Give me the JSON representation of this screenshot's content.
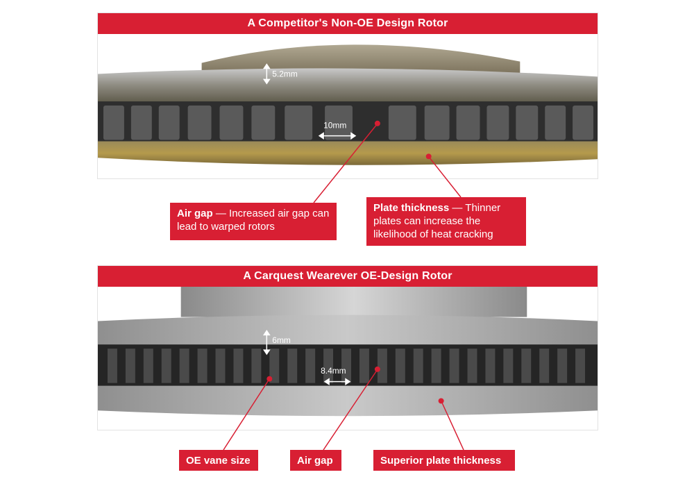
{
  "top_panel": {
    "title": "A Competitor's Non-OE Design Rotor",
    "plate_measure": "5.2mm",
    "gap_measure": "10mm"
  },
  "bottom_panel": {
    "title": "A Carquest Wearever OE-Design Rotor",
    "plate_measure": "6mm",
    "gap_measure": "8.4mm"
  },
  "callouts": {
    "air_gap_top": {
      "heading": "Air gap",
      "separator": " — ",
      "body": "Increased air gap can lead to warped rotors"
    },
    "plate_thickness_top": {
      "heading": "Plate thickness",
      "separator": " — ",
      "body": "Thinner plates can increase the likelihood of heat cracking"
    },
    "oe_vane_size": {
      "heading": "OE vane size"
    },
    "air_gap_bottom": {
      "heading": "Air gap"
    },
    "superior_plate": {
      "heading": "Superior plate thickness"
    }
  },
  "colors": {
    "brand_red": "#d81f33",
    "callout_text": "#ffffff",
    "rotor_dark": "#3a3a3a",
    "rotor_steel": "#a9a9a9"
  }
}
